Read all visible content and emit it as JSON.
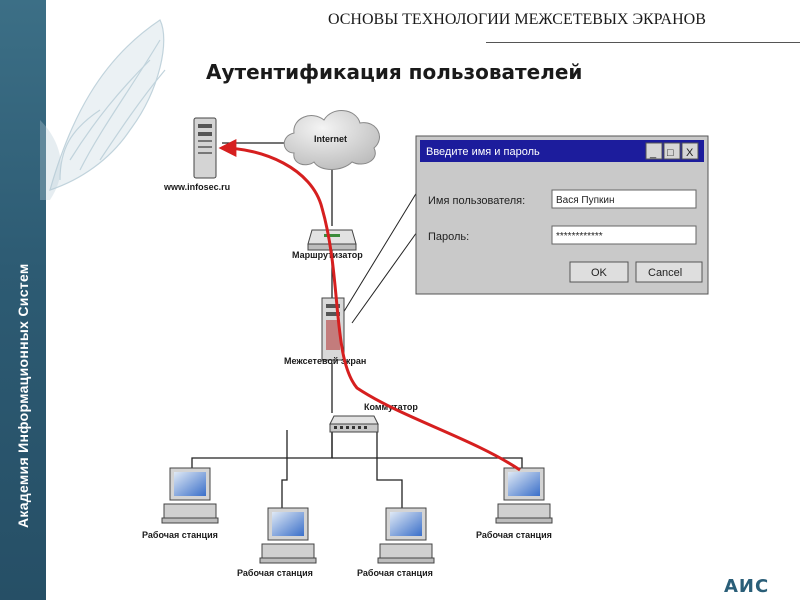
{
  "header": {
    "course_title": "ОСНОВЫ ТЕХНОЛОГИИ МЕЖСЕТЕВЫХ ЭКРАНОВ",
    "slide_title": "Аутентификация пользователей"
  },
  "sidebar": {
    "label": "Академия Информационных Систем"
  },
  "logo": {
    "text": "АИС"
  },
  "diagram": {
    "server_label": "www.infosec.ru",
    "cloud_label": "Internet",
    "router_label": "Маршрутизатор",
    "firewall_label": "Межсетевой экран",
    "switch_label": "Коммутатор",
    "workstation_label": "Рабочая станция",
    "dialog": {
      "title": "Введите имя и пароль",
      "username_label": "Имя пользователя:",
      "username_value": "Вася Пупкин",
      "password_label": "Пароль:",
      "password_value": "************",
      "ok_label": "OK",
      "cancel_label": "Cancel",
      "titlebar_buttons": [
        "_",
        "□",
        "X"
      ]
    },
    "accent_color": "#d61f1f"
  }
}
